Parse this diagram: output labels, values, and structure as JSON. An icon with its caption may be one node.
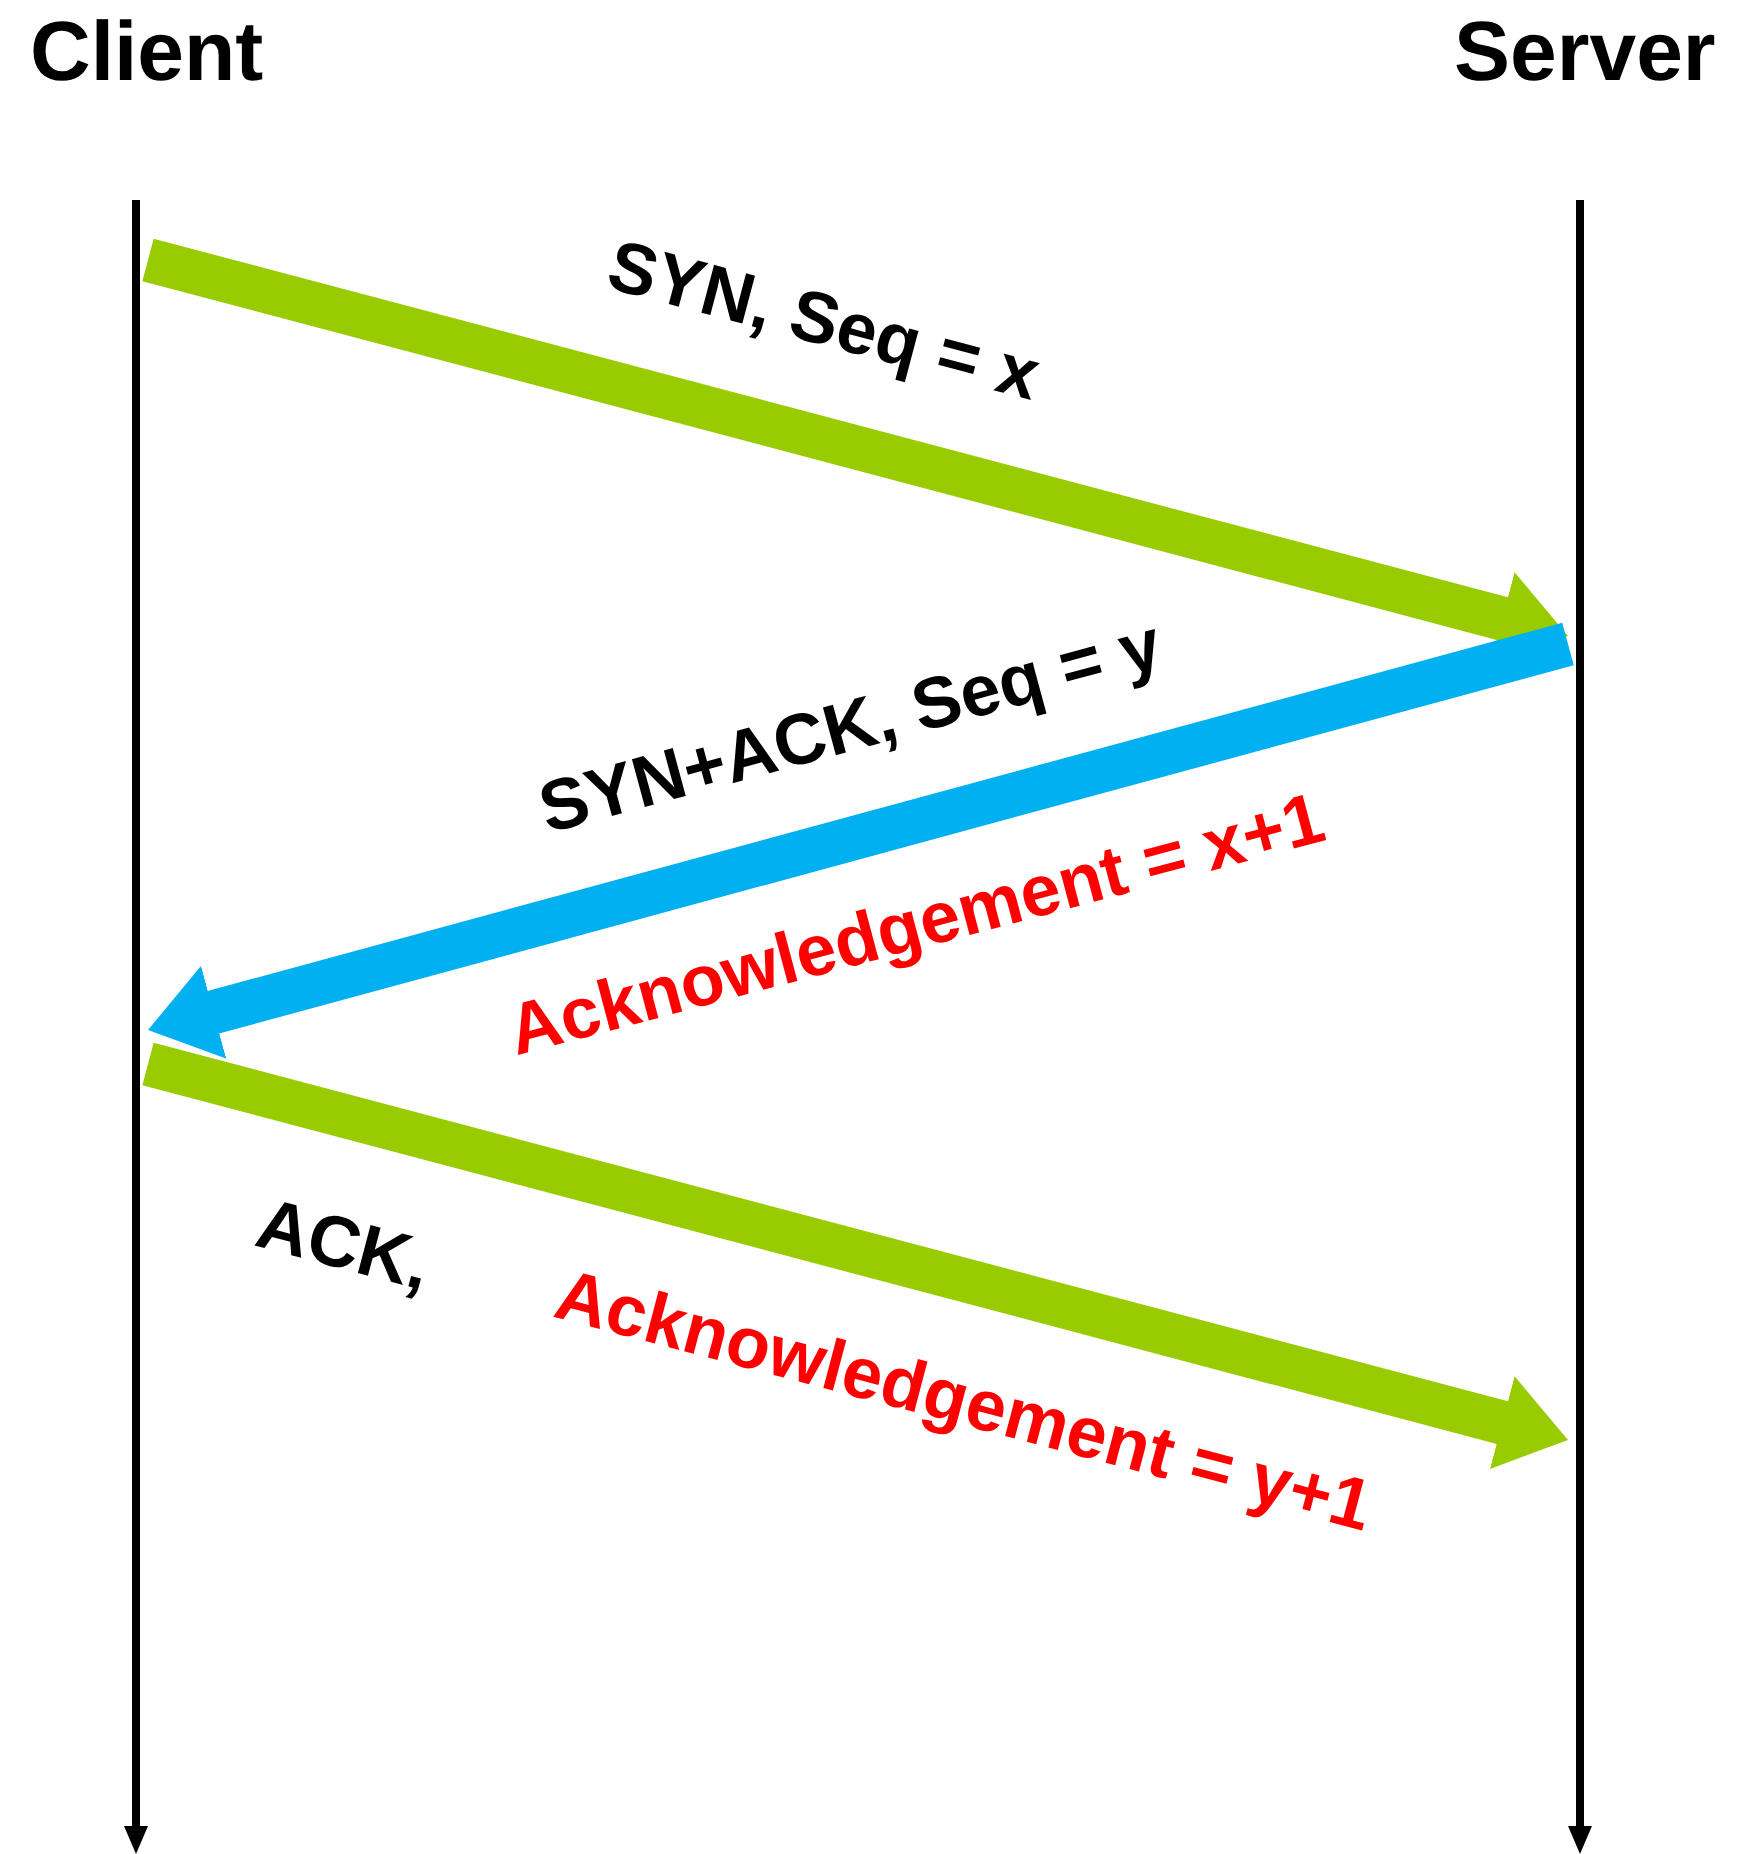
{
  "diagram": {
    "nodes": [
      {
        "text": [
          "Client"
        ]
      },
      {
        "text": [
          "Server"
        ]
      },
      {
        "text": [],
        "shape": "bar"
      },
      {
        "text": [],
        "shape": "bar"
      }
    ],
    "edges": [
      {
        "from": 2,
        "to": 3,
        "arrow": "to",
        "label": "SYN, Seq = x"
      },
      {
        "from": 3,
        "to": 2,
        "arrow": "to",
        "label": "SYN+ACK, Seq = y",
        "color": "#00b0f0"
      },
      {
        "from": 2,
        "to": 3,
        "arrow": "to",
        "label": "ACK,"
      }
    ],
    "labels": [
      "Acknowledgement = x+1",
      "Acknowledgement = y+1"
    ]
  }
}
